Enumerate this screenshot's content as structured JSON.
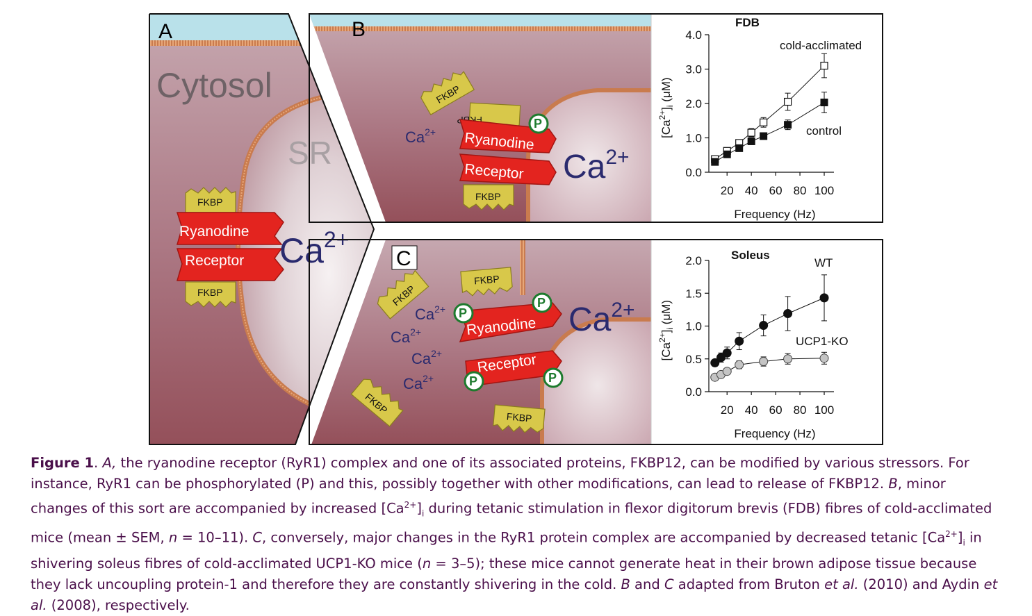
{
  "panels": {
    "a": {
      "letter": "A",
      "cytosol": "Cytosol",
      "sr": "SR",
      "fkbp_top": "FKBP",
      "fkbp_bottom": "FKBP",
      "ryanodine": "Ryanodine",
      "receptor": "Receptor",
      "ca_base": "Ca",
      "ca_sup": "2+"
    },
    "b": {
      "letter": "B",
      "fkbp_free": "FKBP",
      "fkbp_top": "FKBP",
      "fkbp_bottom": "FKBP",
      "ryanodine": "Ryanodine",
      "receptor": "Receptor",
      "p": "P",
      "ca_small_base": "Ca",
      "ca_small_sup": "2+",
      "ca_big_base": "Ca",
      "ca_big_sup": "2+"
    },
    "c": {
      "letter": "C",
      "fkbp_1": "FKBP",
      "fkbp_2": "FKBP",
      "fkbp_3": "FKBP",
      "fkbp_4": "FKBP",
      "ryanodine": "Ryanodine",
      "receptor": "Receptor",
      "p": "P",
      "ca_base": "Ca",
      "ca_sup": "2+",
      "ca_big_base": "Ca",
      "ca_big_sup": "2+"
    }
  },
  "chart_data": [
    {
      "type": "line",
      "title": "FDB",
      "xlabel": "Frequency (Hz)",
      "ylabel_base": "[Ca",
      "ylabel_sup": "2+",
      "ylabel_end": "]",
      "ylabel_sub": "i",
      "ylabel_unit": "(μM)",
      "xlim": [
        5,
        108
      ],
      "ylim": [
        0,
        4
      ],
      "xticks": [
        20,
        40,
        60,
        80,
        100
      ],
      "xtick_labels": [
        "20",
        "40",
        "60",
        "80",
        "100"
      ],
      "yticks": [
        0,
        1,
        2,
        3,
        4
      ],
      "ytick_labels": [
        "0.0",
        "1.0",
        "2.0",
        "3.0",
        "4.0"
      ],
      "series": [
        {
          "name": "cold-acclimated",
          "marker": "open-square",
          "x": [
            10,
            20,
            30,
            40,
            50,
            70,
            100
          ],
          "y": [
            0.38,
            0.62,
            0.85,
            1.15,
            1.45,
            2.05,
            3.1
          ],
          "err": [
            0.06,
            0.08,
            0.09,
            0.12,
            0.14,
            0.25,
            0.35
          ]
        },
        {
          "name": "control",
          "marker": "filled-square",
          "x": [
            10,
            20,
            30,
            40,
            50,
            70,
            100
          ],
          "y": [
            0.3,
            0.52,
            0.7,
            0.9,
            1.05,
            1.38,
            2.03
          ],
          "err": [
            0.04,
            0.05,
            0.06,
            0.07,
            0.08,
            0.14,
            0.3
          ]
        }
      ]
    },
    {
      "type": "line",
      "title": "Soleus",
      "xlabel": "Frequency (Hz)",
      "ylabel_base": "[Ca",
      "ylabel_sup": "2+",
      "ylabel_end": "]",
      "ylabel_sub": "i",
      "ylabel_unit": "(μM)",
      "xlim": [
        5,
        108
      ],
      "ylim": [
        0,
        2
      ],
      "xticks": [
        20,
        40,
        60,
        80,
        100
      ],
      "xtick_labels": [
        "20",
        "40",
        "60",
        "80",
        "100"
      ],
      "yticks": [
        0,
        0.5,
        1,
        1.5,
        2
      ],
      "ytick_labels": [
        "0.0",
        "0.5",
        "1.0",
        "1.5",
        "2.0"
      ],
      "series": [
        {
          "name": "WT",
          "marker": "filled-circle",
          "x": [
            10,
            15,
            20,
            30,
            50,
            70,
            100
          ],
          "y": [
            0.44,
            0.52,
            0.59,
            0.77,
            1.01,
            1.19,
            1.43
          ],
          "err": [
            0.05,
            0.07,
            0.09,
            0.13,
            0.16,
            0.26,
            0.35
          ]
        },
        {
          "name": "UCP1-KO",
          "marker": "gray-circle",
          "x": [
            10,
            15,
            20,
            30,
            50,
            70,
            100
          ],
          "y": [
            0.22,
            0.26,
            0.31,
            0.41,
            0.46,
            0.5,
            0.51
          ],
          "err": [
            0.03,
            0.04,
            0.04,
            0.06,
            0.07,
            0.08,
            0.09
          ]
        }
      ]
    }
  ],
  "caption": {
    "label": "Figure 1",
    "segments": [
      {
        "t": "Figure 1",
        "s": "b"
      },
      {
        "t": ". ",
        "s": ""
      },
      {
        "t": "A,",
        "s": "i"
      },
      {
        "t": " the ryanodine receptor (RyR1) complex and one of its associated proteins, FKBP12, can be modified by various stressors. For instance, RyR1 can be phosphorylated (P) and this, possibly together with other modifications, can lead to release of FKBP12. ",
        "s": ""
      },
      {
        "t": "B",
        "s": "i"
      },
      {
        "t": ", minor changes of this sort are accompanied by increased [Ca",
        "s": ""
      },
      {
        "t": "2+",
        "s": "sup"
      },
      {
        "t": "]",
        "s": ""
      },
      {
        "t": "i",
        "s": "sub"
      },
      {
        "t": " during tetanic stimulation in flexor digitorum brevis (FDB) fibres of cold-acclimated mice (mean ± SEM, ",
        "s": ""
      },
      {
        "t": "n",
        "s": "i"
      },
      {
        "t": " = 10–11). ",
        "s": ""
      },
      {
        "t": "C",
        "s": "i"
      },
      {
        "t": ", conversely, major changes in the RyR1 protein complex are accompanied by decreased tetanic [Ca",
        "s": ""
      },
      {
        "t": "2+",
        "s": "sup"
      },
      {
        "t": "]",
        "s": ""
      },
      {
        "t": "i",
        "s": "sub"
      },
      {
        "t": " in shivering soleus fibres of cold-acclimated UCP1-KO mice (",
        "s": ""
      },
      {
        "t": "n",
        "s": "i"
      },
      {
        "t": " = 3–5); these mice cannot generate heat in their brown adipose tissue because they lack uncoupling protein-1 and therefore they are constantly shivering in the cold. ",
        "s": ""
      },
      {
        "t": "B",
        "s": "i"
      },
      {
        "t": " and ",
        "s": ""
      },
      {
        "t": "C",
        "s": "i"
      },
      {
        "t": " adapted from Bruton ",
        "s": ""
      },
      {
        "t": "et al.",
        "s": "i"
      },
      {
        "t": " (2010) and Aydin ",
        "s": ""
      },
      {
        "t": "et al.",
        "s": "i"
      },
      {
        "t": " (2008), respectively.",
        "s": ""
      }
    ]
  },
  "colors": {
    "cytosol": "#a5707c",
    "sr_light": "#ece6e8",
    "membrane": "#c97b4e",
    "ryr_red": "#e3241f",
    "fkbp_yellow": "#d7c84a",
    "ca_navy": "#2a2a6e",
    "p_green": "#1e7b2e",
    "caption_text": "#4a0f4a",
    "sky": "#b9e1ea"
  }
}
